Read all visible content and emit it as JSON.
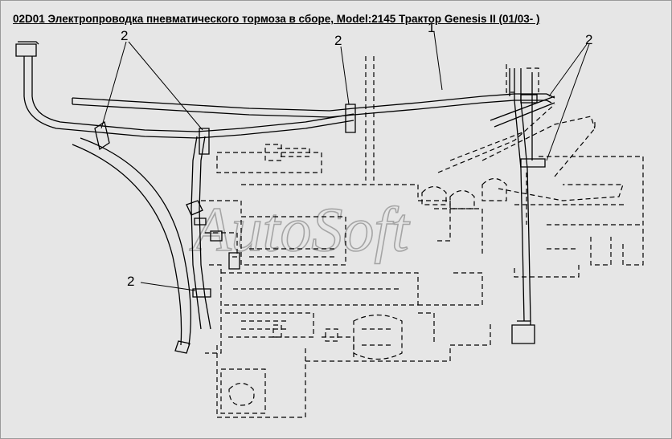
{
  "title": "02D01 Электропроводка пневматического тормоза в сборе, Model:2145 Трактор Genesis II (01/03- )",
  "callouts": {
    "c1": "1",
    "c2a": "2",
    "c2b": "2",
    "c2c": "2",
    "c2d": "2"
  },
  "watermark": "AutoSoft"
}
